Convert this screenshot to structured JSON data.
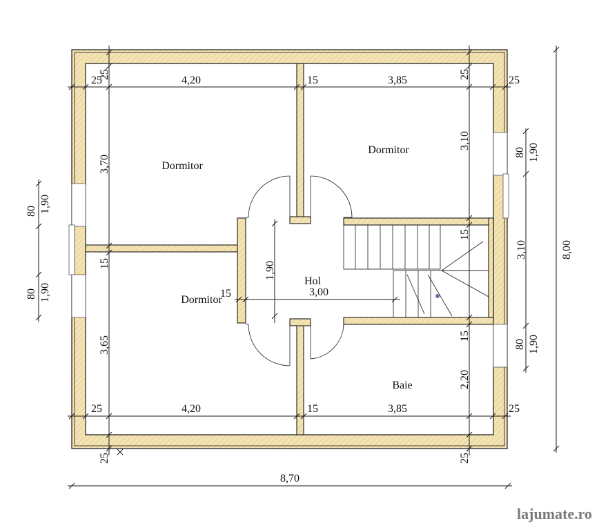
{
  "rooms": {
    "bedroom_top_left": "Dormitor",
    "bedroom_top_right": "Dormitor",
    "bedroom_bottom_left": "Dormitor",
    "hall": "Hol",
    "bath": "Baie"
  },
  "dimensions": {
    "top_wall_left": "25",
    "top_wall_right": "25",
    "top_left_inner": "25",
    "top_left_width": "4,20",
    "top_mid_wall": "15",
    "top_right_width": "3,85",
    "top_right_inner": "25",
    "left_top_height": "3,70",
    "right_top_height": "3,10",
    "right_window_top_80": "80",
    "right_window_top_190": "1,90",
    "left_window_top_80": "80",
    "left_window_top_190": "1,90",
    "left_window_bot_80": "80",
    "left_window_bot_190": "1,90",
    "left_mid_wall": "15",
    "hall_height": "1,90",
    "stair_wall_15": "15",
    "right_mid_height": "3,10",
    "total_height": "8,00",
    "hall_wall_15": "15",
    "hall_width": "3,00",
    "left_bottom_height": "3,65",
    "bath_top_wall": "15",
    "right_window_bot_80": "80",
    "right_window_bot_190": "1,90",
    "bath_height": "2,20",
    "bottom_left_inner": "25",
    "bottom_left_width": "4,20",
    "bottom_mid_wall": "15",
    "bottom_right_width": "3,85",
    "bottom_right_inner": "25",
    "bottom_wall_left": "25",
    "bottom_wall_right": "25",
    "total_width": "8,70"
  },
  "watermark": "lajumate.ro"
}
